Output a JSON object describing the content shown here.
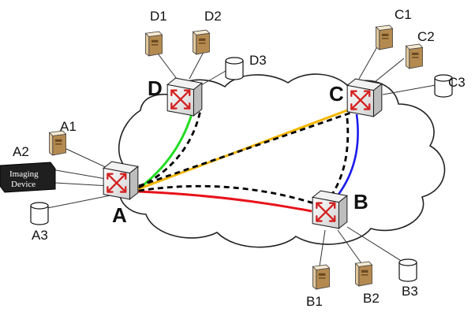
{
  "switches": {
    "A": {
      "label": "A"
    },
    "B": {
      "label": "B"
    },
    "C": {
      "label": "C"
    },
    "D": {
      "label": "D"
    }
  },
  "hosts": {
    "A1": "A1",
    "A2": "A2",
    "A3": "A3",
    "B1": "B1",
    "B2": "B2",
    "B3": "B3",
    "C1": "C1",
    "C2": "C2",
    "C3": "C3",
    "D1": "D1",
    "D2": "D2",
    "D3": "D3"
  },
  "imaging_device": {
    "line1": "Imaging",
    "line2": "Device"
  },
  "colors": {
    "green": "#22dd22",
    "orange": "#f5b800",
    "red": "#e8121a",
    "blue": "#1a1aee",
    "dashed": "#000000",
    "switch_arrow": "#d42020",
    "server_tan": "#e2c79a"
  }
}
